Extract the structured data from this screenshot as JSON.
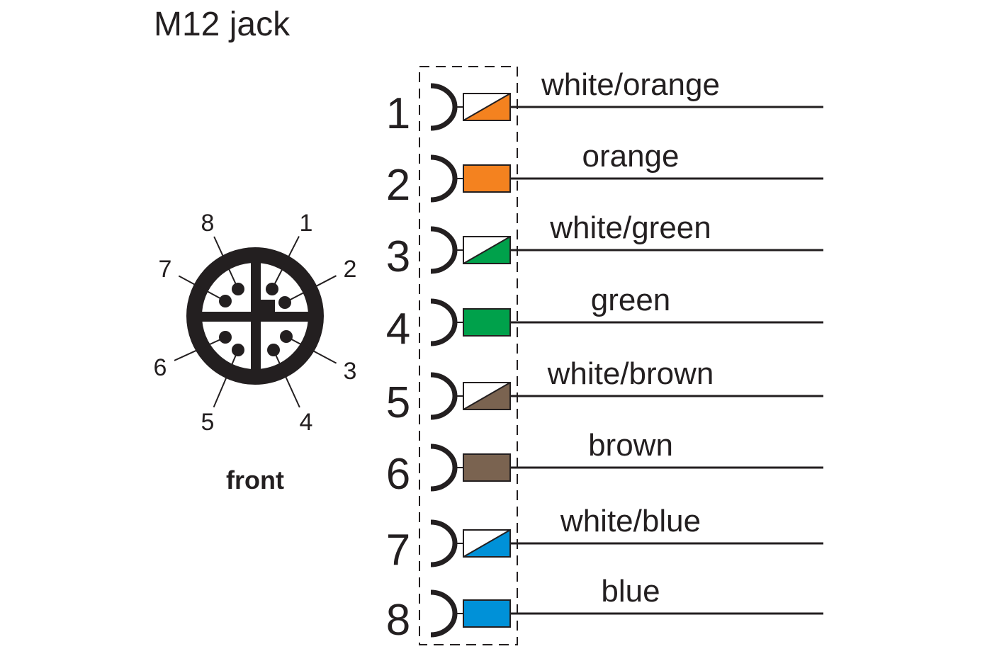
{
  "title": "M12 jack",
  "front_label": "front",
  "colors": {
    "orange": "#f4821f",
    "green": "#00a14b",
    "brown": "#7a6350",
    "blue": "#0091d8",
    "ink": "#231f20"
  },
  "face_pins": [
    "1",
    "2",
    "3",
    "4",
    "5",
    "6",
    "7",
    "8"
  ],
  "wires": [
    {
      "pin": "1",
      "label": "white/orange",
      "color": "orange",
      "striped": true
    },
    {
      "pin": "2",
      "label": "orange",
      "color": "orange",
      "striped": false
    },
    {
      "pin": "3",
      "label": "white/green",
      "color": "green",
      "striped": true
    },
    {
      "pin": "4",
      "label": "green",
      "color": "green",
      "striped": false
    },
    {
      "pin": "5",
      "label": "white/brown",
      "color": "brown",
      "striped": true
    },
    {
      "pin": "6",
      "label": "brown",
      "color": "brown",
      "striped": false
    },
    {
      "pin": "7",
      "label": "white/blue",
      "color": "blue",
      "striped": true
    },
    {
      "pin": "8",
      "label": "blue",
      "color": "blue",
      "striped": false
    }
  ]
}
